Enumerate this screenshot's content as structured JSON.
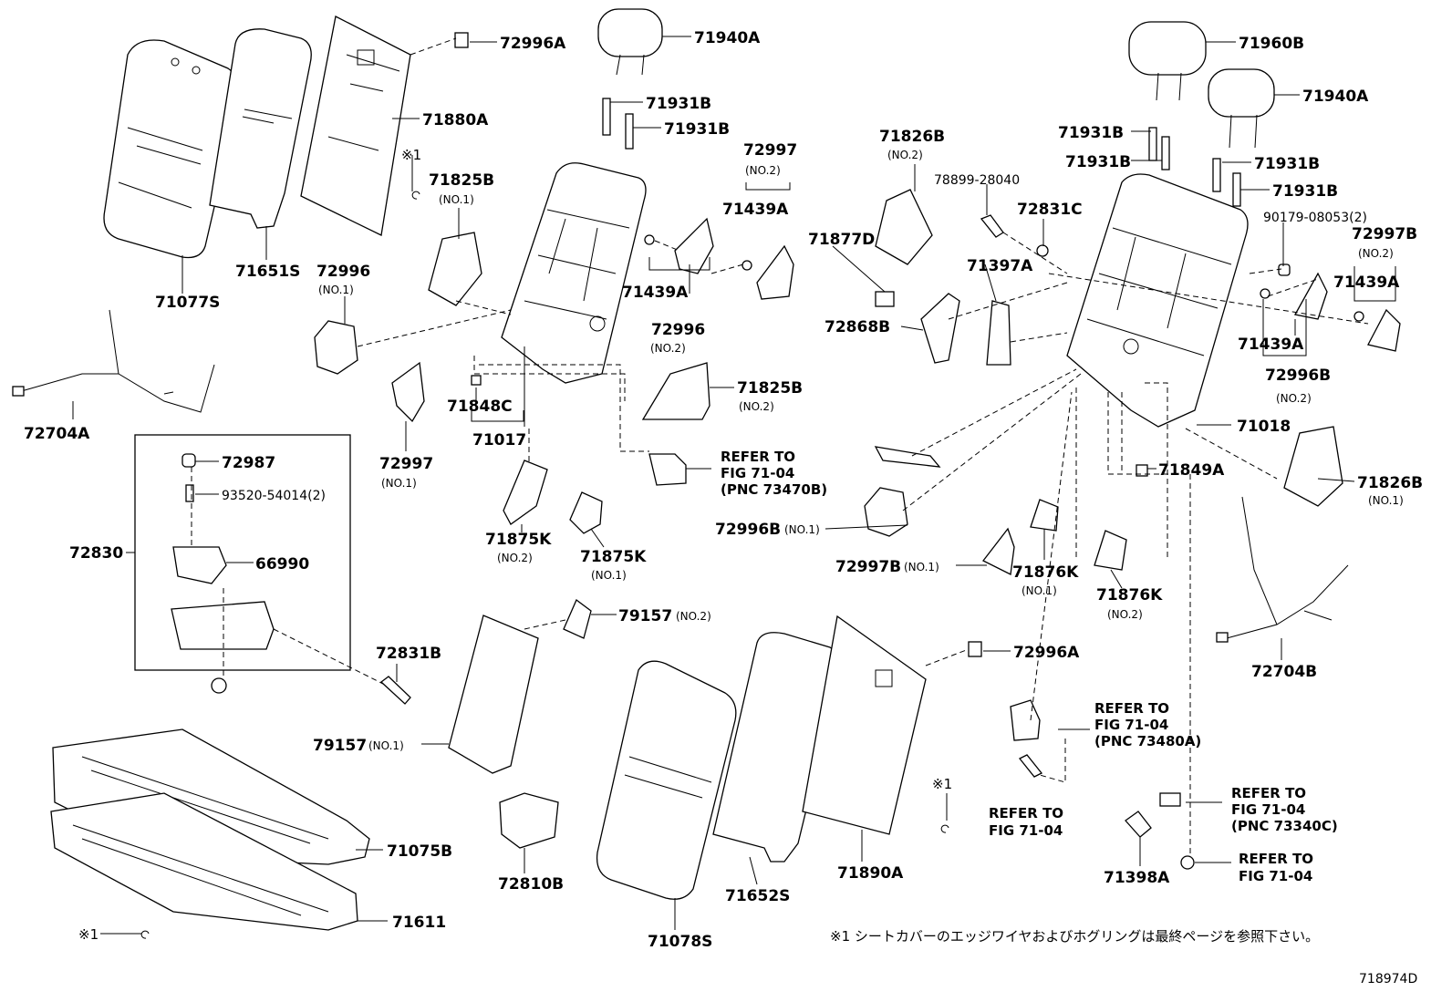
{
  "labels": {
    "p72996A_top": "72996A",
    "p71940A_l": "71940A",
    "p71960B": "71960B",
    "p71940A_r": "71940A",
    "p71880A": "71880A",
    "p71931B_1": "71931B",
    "p71931B_2": "71931B",
    "p71931B_3": "71931B",
    "p71931B_4": "71931B",
    "p71931B_5": "71931B",
    "p71931B_6": "71931B",
    "p72997_top": "72997",
    "p72997_top_sub": "(NO.2)",
    "p71826B_top": "71826B",
    "p71826B_top_sub": "(NO.2)",
    "p78899": "78899-28040",
    "p72831C": "72831C",
    "p90179": "90179-08053(2)",
    "p72997B_r": "72997B",
    "p72997B_r_sub": "(NO.2)",
    "p71825B_1": "71825B",
    "p71825B_1_sub": "(NO.1)",
    "p71439A_1": "71439A",
    "p71877D": "71877D",
    "p71397A": "71397A",
    "p71439A_r": "71439A",
    "p71651S": "71651S",
    "p72996_1": "72996",
    "p72996_1_sub": "(NO.1)",
    "p71077S": "71077S",
    "p71439A_2": "71439A",
    "p72868B": "72868B",
    "p71439A_3": "71439A",
    "p72996_2": "72996",
    "p72996_2_sub": "(NO.2)",
    "p72996B_r": "72996B",
    "p72996B_r_sub": "(NO.2)",
    "p71825B_2": "71825B",
    "p71825B_2_sub": "(NO.2)",
    "p71848C": "71848C",
    "p71018": "71018",
    "p72704A": "72704A",
    "p71017": "71017",
    "p72997_1": "72997",
    "p72997_1_sub": "(NO.1)",
    "p71849A": "71849A",
    "p71826B_r": "71826B",
    "p71826B_r_sub": "(NO.1)",
    "p72987": "72987",
    "p93520": "93520-54014(2)",
    "p72996B_1": "72996B",
    "p72996B_1_sub": "(NO.1)",
    "p72830": "72830",
    "p66990": "66990",
    "p71875K_2": "71875K",
    "p71875K_2_sub": "(NO.2)",
    "p71875K_1": "71875K",
    "p71875K_1_sub": "(NO.1)",
    "p72997B_1": "72997B",
    "p72997B_1_sub": "(NO.1)",
    "p71876K_1": "71876K",
    "p71876K_1_sub": "(NO.1)",
    "p71876K_2": "71876K",
    "p71876K_2_sub": "(NO.2)",
    "p79157_2": "79157",
    "p79157_2_sub": "(NO.2)",
    "p72996A_mid": "72996A",
    "p72704B": "72704B",
    "p72831B": "72831B",
    "p79157_1": "79157",
    "p79157_1_sub": "(NO.1)",
    "p71075B": "71075B",
    "p72810B": "72810B",
    "p71652S": "71652S",
    "p71890A": "71890A",
    "p71398A": "71398A",
    "p71611": "71611",
    "p71078S": "71078S",
    "mark_1": "※1",
    "mark_2": "※1",
    "mark_3": "※1"
  },
  "refs": {
    "ref_73470B": [
      "REFER TO",
      "FIG 71-04",
      "(PNC 73470B)"
    ],
    "ref_73480A": [
      "REFER TO",
      "FIG 71-04",
      "(PNC 73480A)"
    ],
    "ref_plain_1": [
      "REFER TO",
      "FIG 71-04"
    ],
    "ref_73340C": [
      "REFER TO",
      "FIG 71-04",
      "(PNC 73340C)"
    ],
    "ref_plain_2": [
      "REFER TO",
      "FIG 71-04"
    ]
  },
  "footnote": "※1 シートカバーのエッジワイヤおよびホグリングは最終ページを参照下さい。",
  "figure_code": "718974D"
}
